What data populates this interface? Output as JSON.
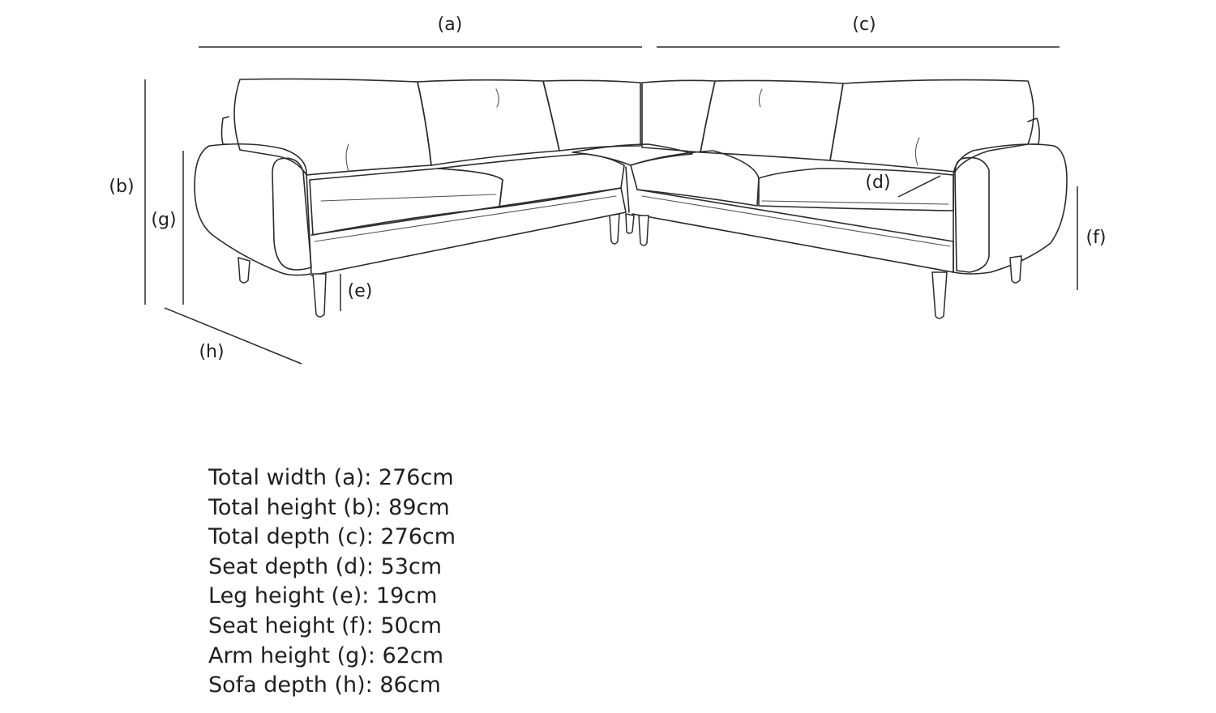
{
  "dimension_labels": {
    "a": "(a)",
    "b": "(b)",
    "c": "(c)",
    "d": "(d)",
    "e": "(e)",
    "f": "(f)",
    "g": "(g)",
    "h": "(h)"
  },
  "specs": [
    "Total width (a): 276cm",
    "Total height (b): 89cm",
    "Total depth (c): 276cm",
    "Seat depth (d): 53cm",
    "Leg height (e): 19cm",
    "Seat height (f): 50cm",
    "Arm height (g): 62cm",
    "Sofa depth (h): 86cm"
  ],
  "colors": {
    "line": "#2b2b2b",
    "text": "#1f1f1f",
    "background": "#ffffff"
  }
}
